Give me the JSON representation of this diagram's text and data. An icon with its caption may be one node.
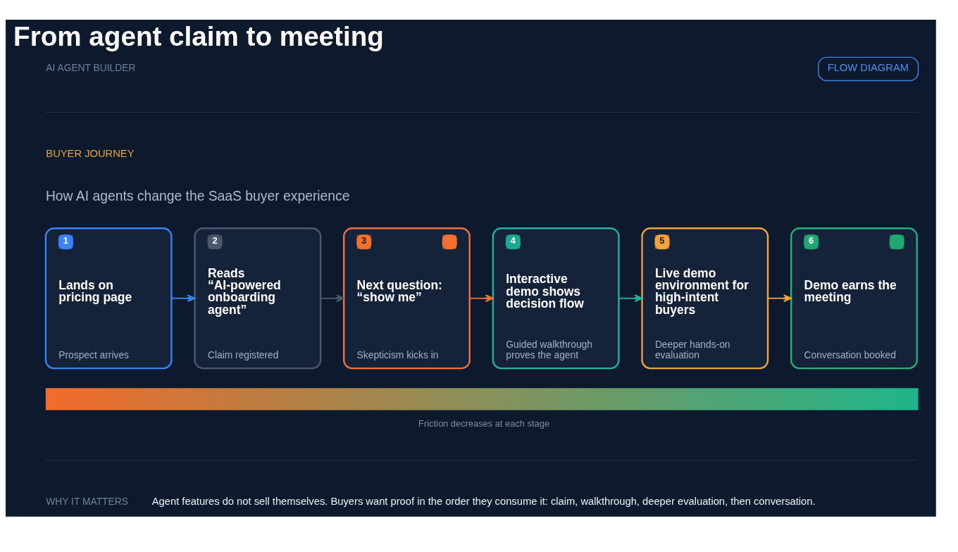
{
  "diagram": {
    "title": "From agent claim to meeting",
    "nodes": [
      {
        "text": [
          "FLOW DIAGRAM"
        ]
      },
      {
        "text": [
          "1",
          "Lands on pricing page",
          "Prospect arrives"
        ]
      },
      {
        "text": [
          "2",
          "Reads “AI-powered onboarding agent”",
          "Claim registered"
        ]
      },
      {
        "text": [
          "3",
          "Next question: “show me”",
          "Skepticism kicks in"
        ]
      },
      {
        "text": [
          "4",
          "Interactive demo shows decision flow",
          "Guided walkthrough proves the agent"
        ]
      },
      {
        "text": [
          "5",
          "Live demo environment for high-intent buyers",
          "Deeper hands-on evaluation"
        ]
      },
      {
        "text": [
          "6",
          "Demo earns the meeting",
          "Conversation booked"
        ]
      }
    ],
    "edges": [
      {
        "from": 1,
        "to": 2,
        "arrow": "to",
        "color": "#3b82f6"
      },
      {
        "from": 2,
        "to": 3,
        "arrow": "to",
        "color": "#4b586b"
      },
      {
        "from": 3,
        "to": 4,
        "arrow": "to",
        "color": "#f0713a"
      },
      {
        "from": 4,
        "to": 5,
        "arrow": "to",
        "color": "#1fb3a0"
      },
      {
        "from": 5,
        "to": 6,
        "arrow": "to",
        "color": "#f2a33a"
      }
    ],
    "labels": [
      "AI AGENT BUILDER",
      "BUYER JOURNEY",
      "How AI agents change the SaaS buyer experience",
      "Friction decreases at each stage",
      "WHY IT MATTERS",
      "Agent features do not sell themselves. Buyers want proof in the order they consume it: claim, walkthrough, deeper evaluation, then conversation."
    ]
  }
}
